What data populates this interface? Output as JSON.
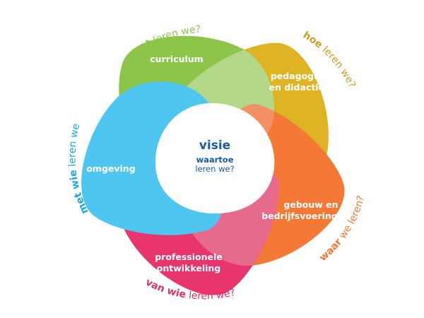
{
  "center": {
    "title": "visie",
    "subtitle_bold": "waartoe",
    "subtitle": "leren we?",
    "color": "#1a5aa6"
  },
  "petals": [
    {
      "id": "curriculum",
      "label_lines": [
        "curriculum"
      ],
      "question_bold": "wat",
      "question_rest": " leren we?",
      "color": "#8dc54b",
      "overlap_color": "#b4d88a"
    },
    {
      "id": "pedagogiek",
      "label_lines": [
        "pedagogiek",
        "en didactiek"
      ],
      "question_bold": "hoe",
      "question_rest": " leren we?",
      "color": "#deb425",
      "overlap_color": "#f0cf72"
    },
    {
      "id": "gebouw",
      "label_lines": [
        "gebouw en",
        "bedrijfsvoering"
      ],
      "question_bold": "waar",
      "question_rest": " we leren?",
      "color": "#f47937",
      "overlap_color": "#f39065"
    },
    {
      "id": "professionele",
      "label_lines": [
        "professionele",
        "ontwikkeling"
      ],
      "question_bold": "van wie",
      "question_rest": " leren we?",
      "color": "#e9356e",
      "overlap_color": "#e66a8c"
    },
    {
      "id": "omgeving",
      "label_lines": [
        "omgeving"
      ],
      "question_bold": "met wie",
      "question_rest": " leren we?",
      "color": "#1cb0e8",
      "overlap_color": "#4fc6f0"
    }
  ]
}
